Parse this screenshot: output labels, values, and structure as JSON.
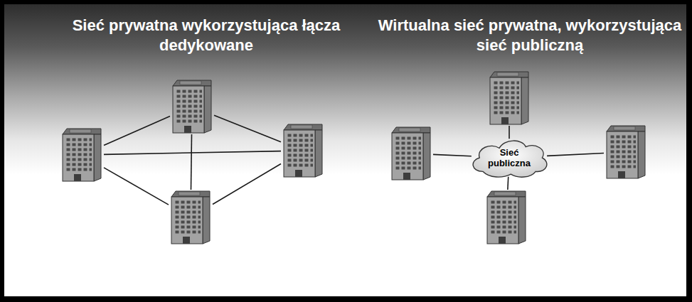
{
  "diagram": {
    "nodes": [
      {
        "text": []
      },
      {
        "text": []
      },
      {
        "text": []
      },
      {
        "text": []
      },
      {
        "text": [
          "Sieć publiczna"
        ]
      },
      {
        "text": []
      },
      {
        "text": []
      },
      {
        "text": []
      },
      {
        "text": []
      }
    ],
    "edges": [
      {
        "from": 0,
        "to": 1,
        "arrow": "none"
      },
      {
        "from": 0,
        "to": 2,
        "arrow": "none"
      },
      {
        "from": 0,
        "to": 3,
        "arrow": "none"
      },
      {
        "from": 1,
        "to": 2,
        "arrow": "none"
      },
      {
        "from": 1,
        "to": 3,
        "arrow": "none"
      },
      {
        "from": 2,
        "to": 3,
        "arrow": "none"
      },
      {
        "from": 4,
        "to": 5,
        "arrow": "none"
      },
      {
        "from": 4,
        "to": 6,
        "arrow": "none"
      },
      {
        "from": 4,
        "to": 7,
        "arrow": "none"
      },
      {
        "from": 4,
        "to": 8,
        "arrow": "none"
      }
    ],
    "labels": [
      "Sieć prywatna wykorzystująca łącza dedykowane",
      "Wirtualna sieć prywatna, wykorzystująca sieć publiczną"
    ]
  }
}
